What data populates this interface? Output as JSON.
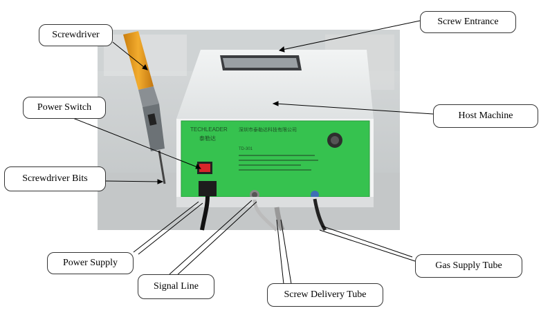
{
  "labels": {
    "screwdriver": "Screwdriver",
    "power_switch": "Power Switch",
    "screwdriver_bits": "Screwdriver Bits",
    "power_supply": "Power Supply",
    "signal_line": "Signal Line",
    "screw_delivery_tube": "Screw Delivery Tube",
    "gas_supply_tube": "Gas Supply Tube",
    "host_machine": "Host Machine",
    "screw_entrance": "Screw Entrance"
  },
  "machine_panel": {
    "brand": "TECHLEADER",
    "brand_cn": "泰勒达",
    "company_cn": "深圳市泰勒达科技有限公司",
    "model": "TD-301"
  },
  "colors": {
    "panel_green": "#36c24f",
    "screwdriver_orange": "#e89a1a",
    "switch_red": "#d8262a",
    "floor": "#c9cccd"
  }
}
